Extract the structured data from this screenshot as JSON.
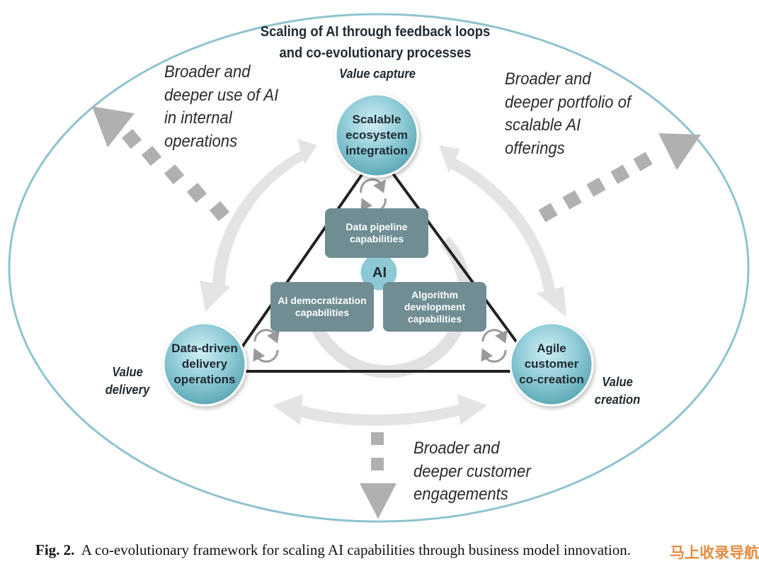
{
  "title": {
    "line1": "Scaling of AI through feedback loops",
    "line2": "and co-evolutionary processes"
  },
  "value_labels": {
    "capture": "Value capture",
    "delivery": {
      "line1": "Value",
      "line2": "delivery"
    },
    "creation": {
      "line1": "Value",
      "line2": "creation"
    }
  },
  "outer_texts": {
    "top_left": [
      "Broader and",
      "deeper use of AI",
      "in internal",
      "operations"
    ],
    "top_right": [
      "Broader and",
      "deeper portfolio of",
      "scalable AI",
      "offerings"
    ],
    "bottom": [
      "Broader and",
      "deeper customer",
      "engagements"
    ]
  },
  "nodes": {
    "top": [
      "Scalable",
      "ecosystem",
      "integration"
    ],
    "left": [
      "Data-driven",
      "delivery",
      "operations"
    ],
    "right": [
      "Agile",
      "customer",
      "co-creation"
    ]
  },
  "center": {
    "ai": "AI",
    "box_top": [
      "Data pipeline",
      "capabilities"
    ],
    "box_left": [
      "AI democratization",
      "capabilities"
    ],
    "box_right": [
      "Algorithm",
      "development",
      "capabilities"
    ]
  },
  "caption": {
    "label": "Fig. 2.",
    "text": "A co-evolutionary framework for scaling AI capabilities through business model innovation."
  },
  "watermark": "马上收录导航",
  "colors": {
    "ellipse": "#8fc3cf",
    "node_fill": "#8cc9d4",
    "box_fill": "#6f8d93",
    "arrow_gray": "#b7b7b7",
    "light_arrow": "#e3e3e3"
  }
}
